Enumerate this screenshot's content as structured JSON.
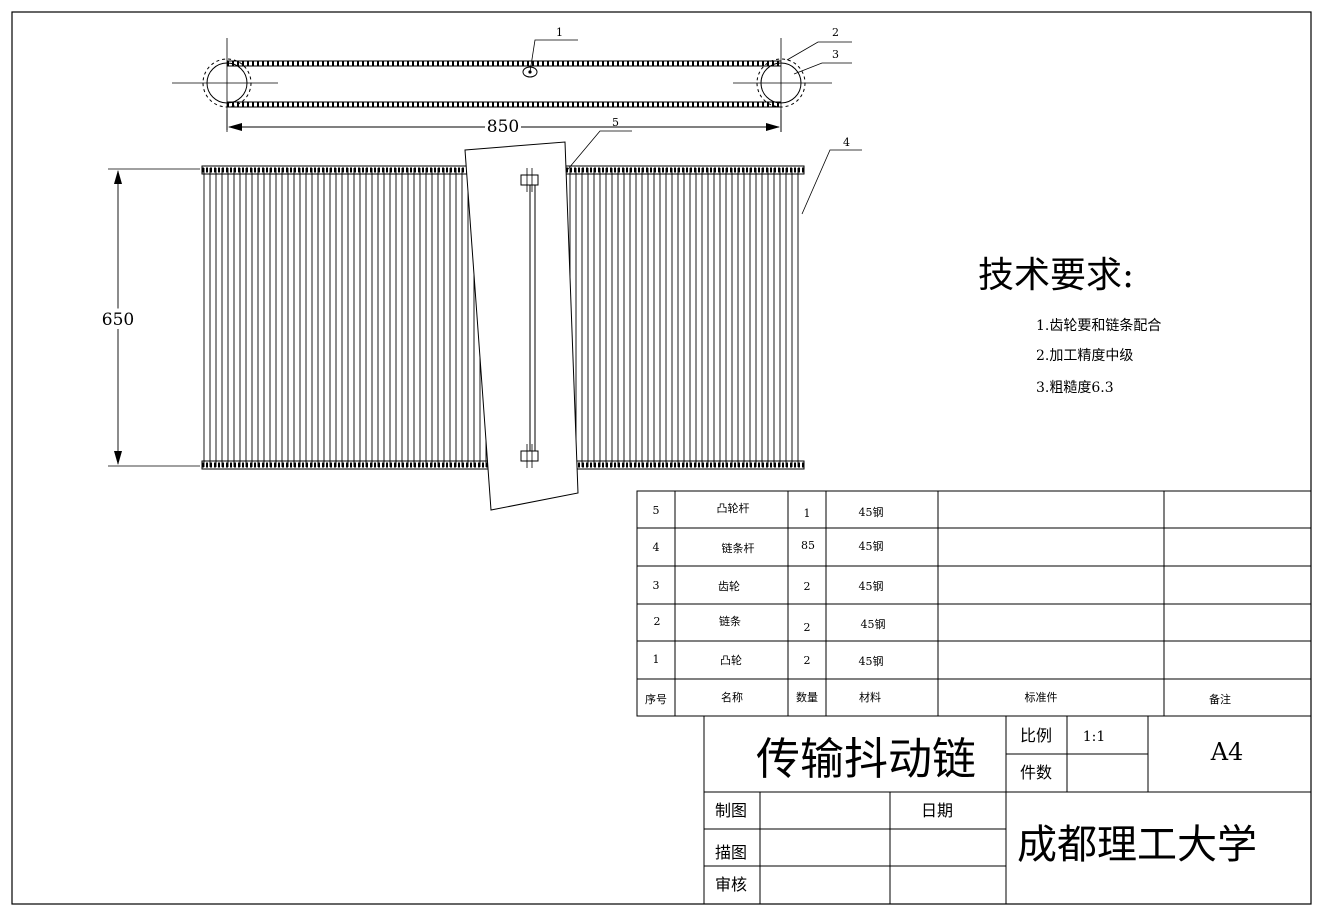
{
  "balloons": [
    "1",
    "2",
    "3",
    "4",
    "5"
  ],
  "dimensions": {
    "length": "850",
    "width": "650"
  },
  "requirements": {
    "title": "技术要求:",
    "items": [
      "1.齿轮要和链条配合",
      "2.加工精度中级",
      "3.粗糙度6.3"
    ]
  },
  "bom": {
    "rows": [
      {
        "no": "5",
        "name": "凸轮杆",
        "qty": "1",
        "material": "45钢"
      },
      {
        "no": "4",
        "name": "链条杆",
        "qty": "85",
        "material": "45钢"
      },
      {
        "no": "3",
        "name": "齿轮",
        "qty": "2",
        "material": "45钢"
      },
      {
        "no": "2",
        "name": "链条",
        "qty": "2",
        "material": "45钢"
      },
      {
        "no": "1",
        "name": "凸轮",
        "qty": "2",
        "material": "45钢"
      }
    ],
    "header": {
      "no": "序号",
      "name": "名称",
      "qty": "数量",
      "material": "材料",
      "standard": "标准件",
      "remark": "备注"
    }
  },
  "title_block": {
    "drawing_title": "传输抖动链",
    "scale_label": "比例",
    "scale_value": "1:1",
    "count_label": "件数",
    "sheet_size": "A4",
    "drawn_label": "制图",
    "traced_label": "描图",
    "checked_label": "审核",
    "date_label": "日期",
    "organization": "成都理工大学"
  }
}
